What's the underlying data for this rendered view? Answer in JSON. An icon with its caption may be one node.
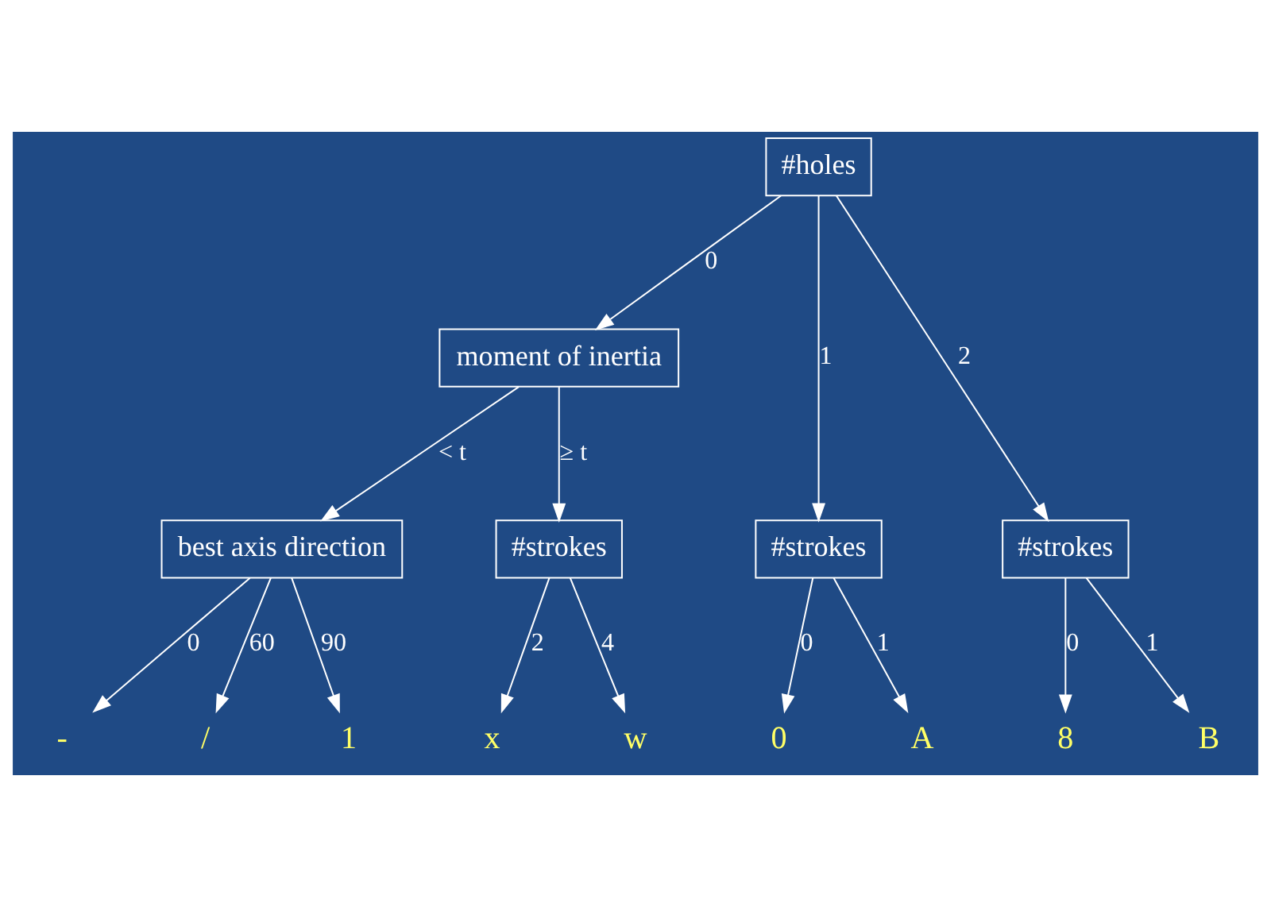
{
  "diagram": {
    "nodes": [
      {
        "text": [
          "#holes"
        ]
      },
      {
        "text": [
          "moment of inertia"
        ]
      },
      {
        "text": [
          "#strokes"
        ]
      },
      {
        "text": [
          "#strokes"
        ]
      },
      {
        "text": [
          "best axis direction"
        ]
      },
      {
        "text": [
          "#strokes"
        ]
      },
      {
        "text": [
          "-"
        ]
      },
      {
        "text": [
          "/"
        ]
      },
      {
        "text": [
          "1"
        ]
      },
      {
        "text": [
          "x"
        ]
      },
      {
        "text": [
          "w"
        ]
      },
      {
        "text": [
          "0"
        ]
      },
      {
        "text": [
          "A"
        ]
      },
      {
        "text": [
          "8"
        ]
      },
      {
        "text": [
          "B"
        ]
      }
    ],
    "edges": [
      {
        "from": 0,
        "to": 1,
        "arrow": "to",
        "label": "0"
      },
      {
        "from": 0,
        "to": 2,
        "arrow": "to",
        "label": "1"
      },
      {
        "from": 0,
        "to": 3,
        "arrow": "to",
        "label": "2"
      },
      {
        "from": 1,
        "to": 4,
        "arrow": "to",
        "label": "< t"
      },
      {
        "from": 1,
        "to": 5,
        "arrow": "to",
        "label": "≥ t"
      },
      {
        "from": 4,
        "to": 6,
        "arrow": "to",
        "label": "0"
      },
      {
        "from": 4,
        "to": 7,
        "arrow": "to",
        "label": "60"
      },
      {
        "from": 4,
        "to": 8,
        "arrow": "to",
        "label": "90"
      },
      {
        "from": 5,
        "to": 9,
        "arrow": "to",
        "label": "2"
      },
      {
        "from": 5,
        "to": 10,
        "arrow": "to",
        "label": "4"
      },
      {
        "from": 2,
        "to": 11,
        "arrow": "to",
        "label": "0"
      },
      {
        "from": 2,
        "to": 12,
        "arrow": "to",
        "label": "1"
      },
      {
        "from": 3,
        "to": 13,
        "arrow": "to",
        "label": "0"
      },
      {
        "from": 3,
        "to": 14,
        "arrow": "to",
        "label": "1"
      }
    ]
  }
}
